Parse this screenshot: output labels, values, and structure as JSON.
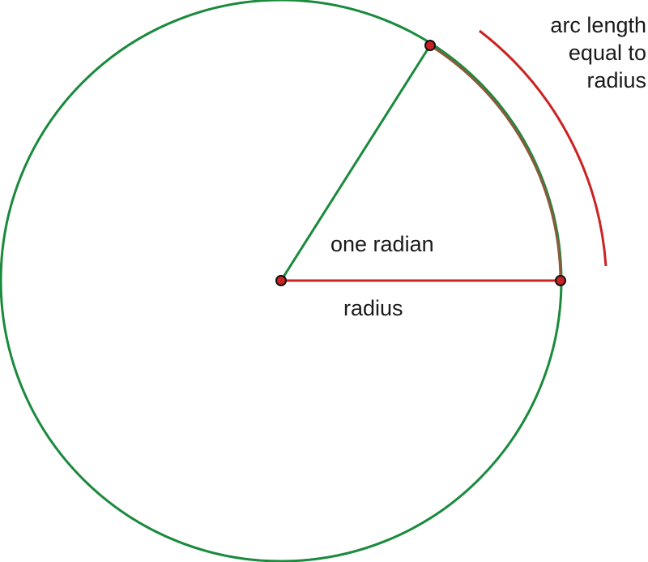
{
  "labels": {
    "arc_note_line1": "arc length",
    "arc_note_line2": "equal to",
    "arc_note_line3": "radius",
    "angle": "one radian",
    "radius": "radius"
  },
  "colors": {
    "circle": "#1a8a3c",
    "radius_line": "#cc2222",
    "arc_segment": "#8b5a3c",
    "outer_arc": "#cc2222",
    "point_fill": "#cc2222",
    "point_stroke": "#111111",
    "text": "#1a1a1a"
  },
  "angle_radians": 1
}
